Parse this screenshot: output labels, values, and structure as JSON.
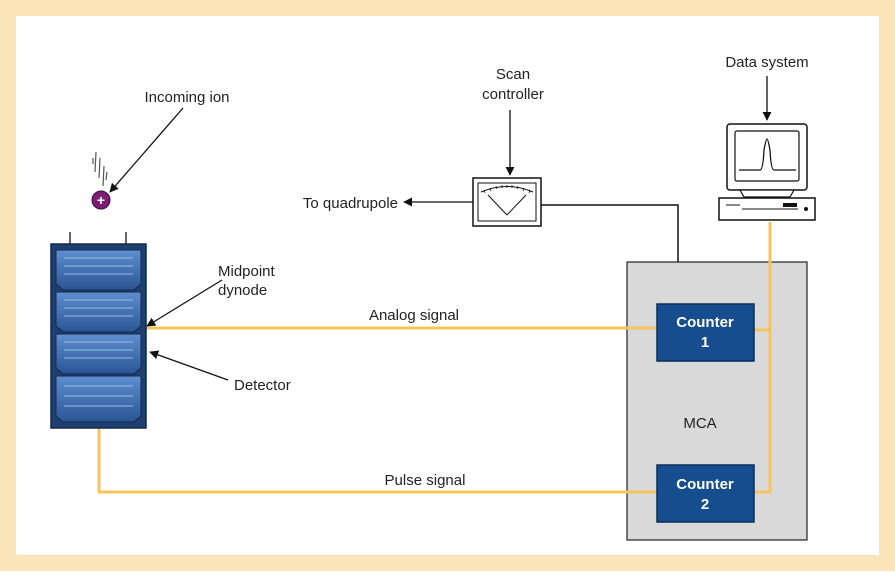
{
  "labels": {
    "incoming_ion": "Incoming ion",
    "scan_controller_line1": "Scan",
    "scan_controller_line2": "controller",
    "data_system": "Data system",
    "to_quadrupole": "To quadrupole",
    "midpoint_line1": "Midpoint",
    "midpoint_line2": "dynode",
    "analog_signal": "Analog signal",
    "detector": "Detector",
    "pulse_signal": "Pulse signal",
    "mca": "MCA",
    "counter1_line1": "Counter",
    "counter1_line2": "1",
    "counter2_line1": "Counter",
    "counter2_line2": "2",
    "ion_symbol": "+"
  },
  "colors": {
    "frame": "#fbe5b8",
    "signal_line": "#f6c45a",
    "counter_fill": "#164d8f",
    "mca_fill": "#d9d9d9",
    "detector_fill": "#2f5f9e",
    "ion_fill": "#7b1f74"
  }
}
